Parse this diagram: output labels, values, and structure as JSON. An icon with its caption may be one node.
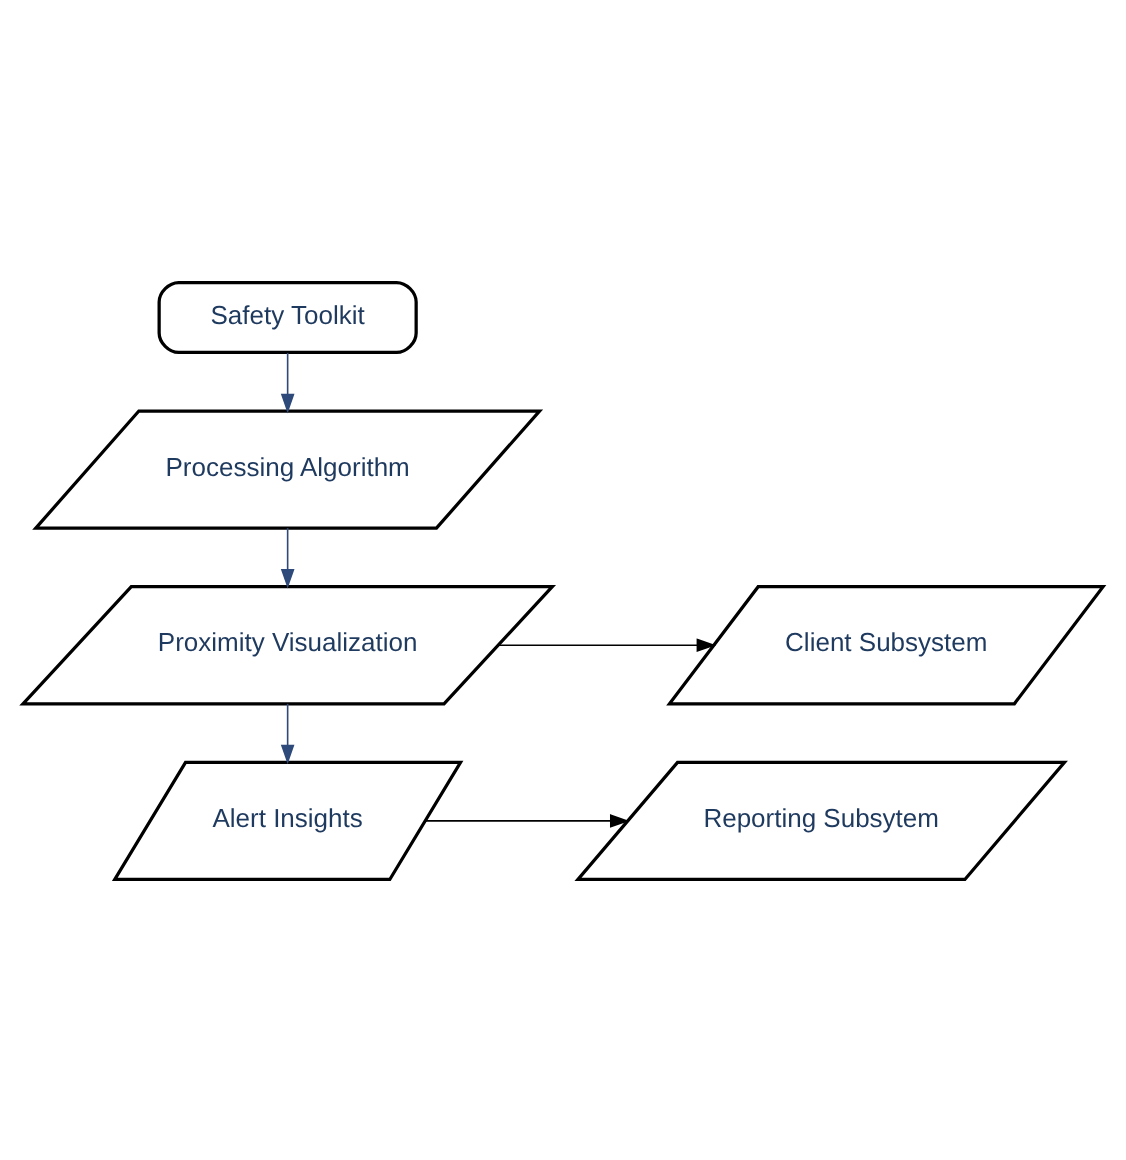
{
  "diagram": {
    "nodes": [
      {
        "text": [
          "Safety Toolkit"
        ]
      },
      {
        "text": [
          "Processing Algorithm"
        ]
      },
      {
        "text": [
          "Proximity Visualization"
        ]
      },
      {
        "text": [
          "Client Subsystem"
        ]
      },
      {
        "text": [
          "Alert Insights"
        ]
      },
      {
        "text": [
          "Reporting Subsytem"
        ]
      }
    ],
    "edges": [
      {
        "from": 0,
        "to": 1,
        "arrow": "to"
      },
      {
        "from": 1,
        "to": 2,
        "arrow": "to"
      },
      {
        "from": 2,
        "to": 3,
        "arrow": "to",
        "color": "#000000"
      },
      {
        "from": 2,
        "to": 4,
        "arrow": "to"
      },
      {
        "from": 4,
        "to": 5,
        "arrow": "to",
        "color": "#000000"
      }
    ]
  }
}
